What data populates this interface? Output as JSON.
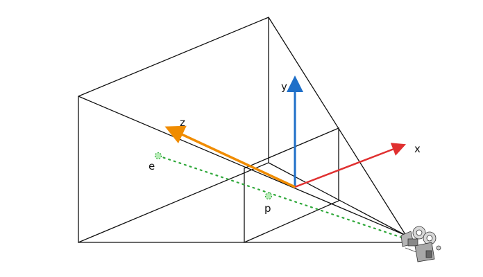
{
  "labels": {
    "y_axis": "y",
    "x_axis": "x",
    "z_axis": "z",
    "point_e": "e",
    "point_p": "p"
  },
  "colors": {
    "x_axis": "#e03030",
    "y_axis": "#1f6fc8",
    "z_axis": "#f08c00",
    "points": "#2fa83a",
    "point_fill": "#b8ecb8",
    "frustum": "#111111",
    "camera": "#9a9a9a"
  },
  "icons": {
    "camera": "movie-camera-icon"
  }
}
